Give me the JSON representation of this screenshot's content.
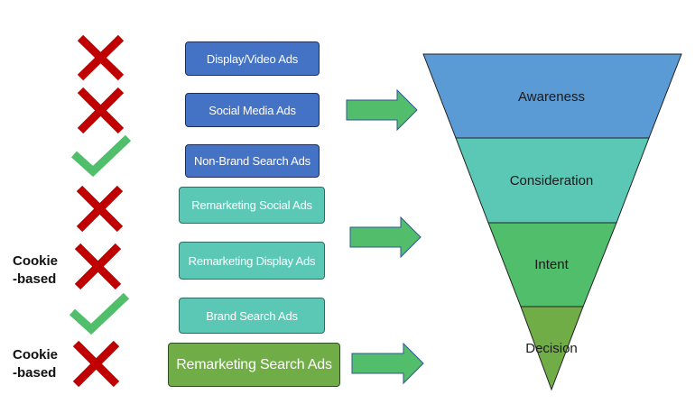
{
  "colors": {
    "cross": "#c00000",
    "check": "#50be6a",
    "arrow": "#52be6c",
    "blue_box": "#4472c4",
    "teal_box": "#5bc8b6",
    "green_box": "#70ad47",
    "awareness": "#5b9bd5",
    "consideration": "#5bc8b6",
    "intent": "#50be6a",
    "decision": "#70ad47"
  },
  "channels": [
    {
      "label": "Display/Video Ads",
      "status": "cross",
      "status_icon": "cross-icon",
      "note": ""
    },
    {
      "label": "Social Media Ads",
      "status": "cross",
      "status_icon": "cross-icon",
      "note": ""
    },
    {
      "label": "Non-Brand Search Ads",
      "status": "check",
      "status_icon": "check-icon",
      "note": ""
    },
    {
      "label": "Remarketing Social Ads",
      "status": "cross",
      "status_icon": "cross-icon",
      "note": ""
    },
    {
      "label": "Remarketing Display Ads",
      "status": "cross",
      "status_icon": "cross-icon",
      "note_line1": "Cookie",
      "note_line2": "-based"
    },
    {
      "label": "Brand Search Ads",
      "status": "check",
      "status_icon": "check-icon",
      "note": ""
    },
    {
      "label": "Remarketing Search Ads",
      "status": "cross",
      "status_icon": "cross-icon",
      "note_line1": "Cookie",
      "note_line2": "-based"
    }
  ],
  "funnel": {
    "stages": [
      "Awareness",
      "Consideration",
      "Intent",
      "Decision"
    ]
  },
  "arrows": [
    {
      "from_group": "Display/Video, Social Media, Non-Brand Search Ads",
      "to_stage": "Awareness"
    },
    {
      "from_group": "Remarketing Social, Remarketing Display, Brand Search Ads",
      "to_stage": "Consideration / Intent"
    },
    {
      "from_group": "Remarketing Search Ads",
      "to_stage": "Decision"
    }
  ]
}
